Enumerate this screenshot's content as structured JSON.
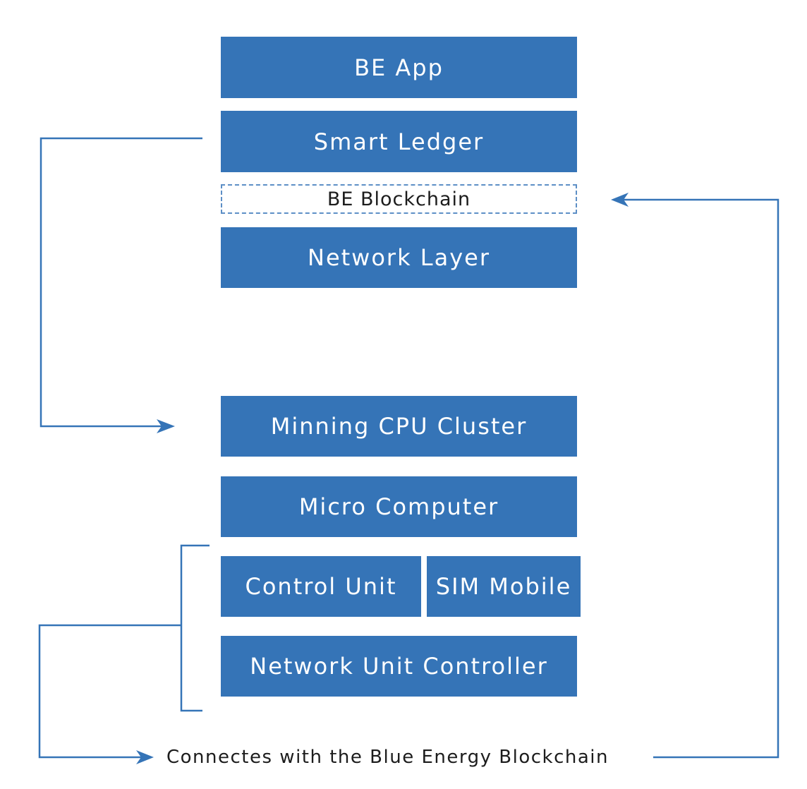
{
  "layers": {
    "be_app": "BE App",
    "smart_ledger": "Smart Ledger",
    "be_blockchain": "BE Blockchain",
    "network_layer": "Network Layer",
    "mining_cpu_cluster": "Minning CPU Cluster",
    "micro_computer": "Micro Computer",
    "control_unit": "Control Unit",
    "sim_mobile": "SIM Mobile",
    "network_unit_controller": "Network Unit Controller"
  },
  "caption": "Connectes with the Blue Energy Blockchain",
  "colors": {
    "box_fill": "#3574b7",
    "line": "#3574b7",
    "box_text": "#ffffff",
    "dashed_border": "#5d8fc6"
  }
}
